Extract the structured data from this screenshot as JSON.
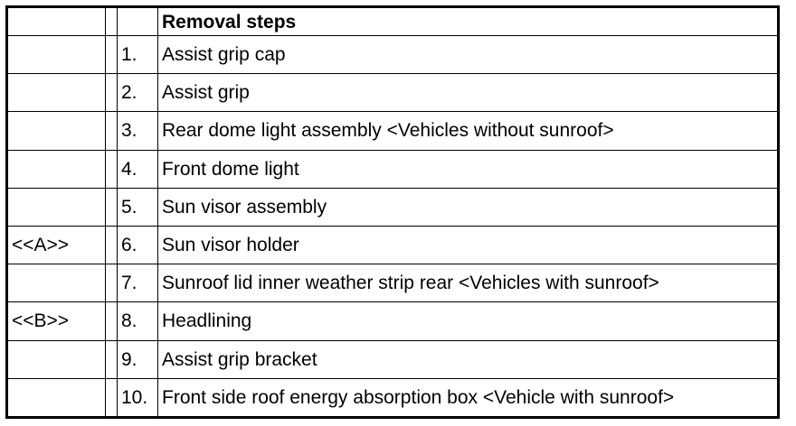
{
  "table": {
    "header": {
      "title": "Removal steps"
    },
    "rows": [
      {
        "ref": "",
        "num": "1.",
        "desc": "Assist grip cap"
      },
      {
        "ref": "",
        "num": "2.",
        "desc": "Assist grip"
      },
      {
        "ref": "",
        "num": "3.",
        "desc": "Rear dome light assembly <Vehicles without sunroof>"
      },
      {
        "ref": "",
        "num": "4.",
        "desc": "Front dome light"
      },
      {
        "ref": "",
        "num": "5.",
        "desc": "Sun visor assembly"
      },
      {
        "ref": "<<A>>",
        "num": "6.",
        "desc": "Sun visor holder"
      },
      {
        "ref": "",
        "num": "7.",
        "desc": "Sunroof lid inner weather strip rear <Vehicles with sunroof>"
      },
      {
        "ref": "<<B>>",
        "num": "8.",
        "desc": "Headlining"
      },
      {
        "ref": "",
        "num": "9.",
        "desc": "Assist grip bracket"
      },
      {
        "ref": "",
        "num": "10.",
        "desc": "Front side roof energy absorption box <Vehicle with sunroof>"
      }
    ]
  }
}
